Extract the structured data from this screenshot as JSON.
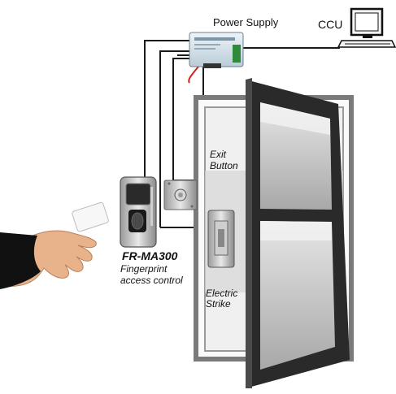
{
  "labels": {
    "power_supply": "Power Supply",
    "ccu": "CCU",
    "exit_button_line1": "Exit",
    "exit_button_line2": "Button",
    "model": "FR-MA300",
    "device_line1": "Fingerprint",
    "device_line2": "access control",
    "strike_line1": "Electric",
    "strike_line2": "Strike"
  },
  "colors": {
    "door_frame": "#2a2a2a",
    "wall_frame": "#7a7a7a",
    "glass": "#c8c8c8",
    "wire": "#1a1a1a",
    "power_box": "#d9e6ee",
    "terminal_green": "#2e8b3a",
    "red_wire": "#d62020"
  }
}
